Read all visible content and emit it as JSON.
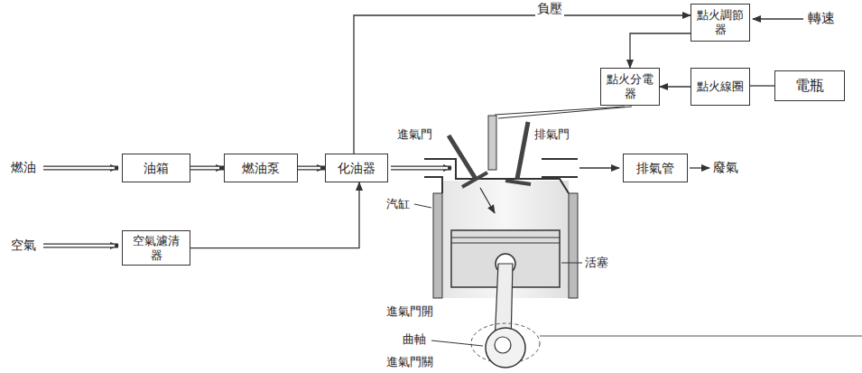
{
  "diagram": {
    "nodes": [
      {
        "text": [
          "點火調節器"
        ]
      },
      {
        "text": [
          "點火分電器"
        ]
      },
      {
        "text": [
          "點火線圈"
        ]
      },
      {
        "text": [
          "電瓶"
        ]
      },
      {
        "text": [
          "油箱"
        ]
      },
      {
        "text": [
          "燃油泵"
        ]
      },
      {
        "text": [
          "化油器"
        ]
      },
      {
        "text": [
          "空氣濾清器"
        ]
      },
      {
        "text": [
          "排氣管"
        ]
      }
    ],
    "edges": [
      {
        "from": 4,
        "to": 5,
        "arrow": "to"
      },
      {
        "from": 5,
        "to": 6,
        "arrow": "to"
      },
      {
        "from": 7,
        "to": 6,
        "arrow": "to"
      },
      {
        "from": 6,
        "to": 0,
        "label": "負壓",
        "arrow": "to"
      },
      {
        "from": 0,
        "to": 1,
        "arrow": "to"
      },
      {
        "from": 2,
        "to": 1,
        "arrow": "to"
      },
      {
        "from": 3,
        "to": 2,
        "arrow": "none"
      }
    ],
    "labels": [
      "轉速",
      "燃油",
      "空氣",
      "進氣門",
      "排氣門",
      "汽缸",
      "活塞",
      "進氣門開",
      "曲軸",
      "進氣門關",
      "廢氣"
    ]
  }
}
